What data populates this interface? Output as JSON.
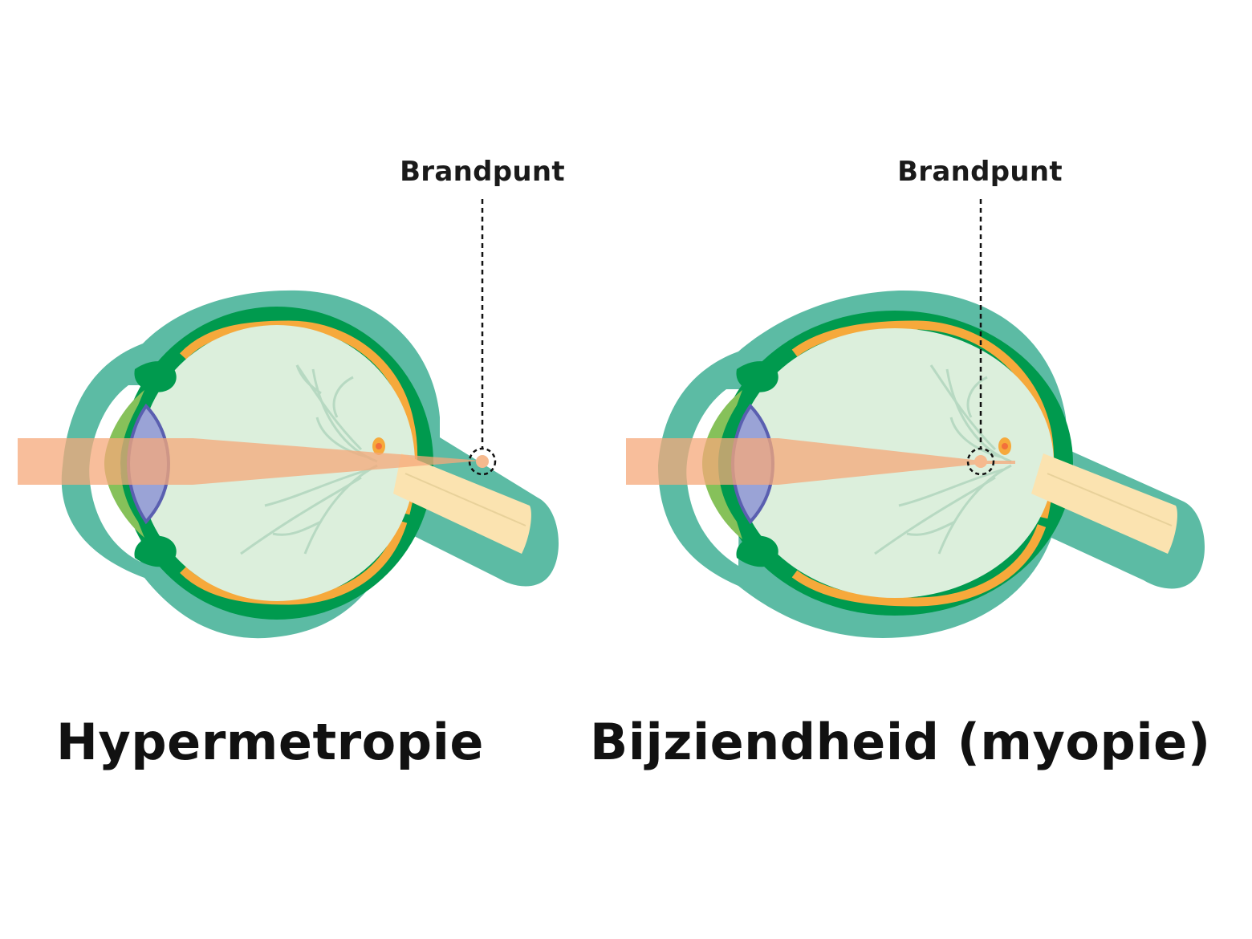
{
  "panels": [
    {
      "focal_label": "Brandpunt",
      "caption": "Hypermetropie"
    },
    {
      "focal_label": "Brandpunt",
      "caption": "Bijziendheid (myopie)"
    }
  ],
  "colors": {
    "sclera_outer": "#5cbba4",
    "choroid": "#009a4e",
    "retina": "#f6a93b",
    "vitreous": "#dcefdc",
    "lens": "#9aa3d6",
    "lens_edge": "#5a5fb0",
    "cornea": "#86c15a",
    "optic_nerve": "#fbe3b0",
    "light_beam": "#f5a87a",
    "vessels": "#b7d9c2",
    "fovea": "#f36f3b"
  }
}
